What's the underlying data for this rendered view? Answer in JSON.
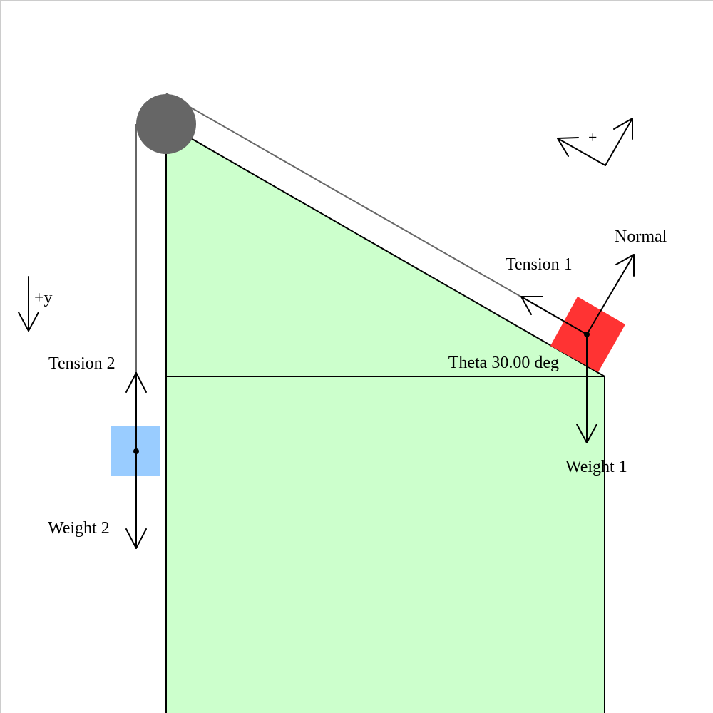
{
  "colors": {
    "ground": "#ccffcc",
    "pulley": "#666666",
    "rope": "#666666",
    "block1": "#ff3333",
    "block2": "#99ccff",
    "arrows": "#000000"
  },
  "icons": {
    "pulley": "pulley-icon",
    "incline_axes": "incline-axes-icon",
    "y_axis": "down-arrow-icon"
  },
  "incline": {
    "theta_label": "Theta 30.00 deg",
    "theta_deg": 30
  },
  "block1": {
    "forces": {
      "tension_label": "Tension 1",
      "normal_label": "Normal",
      "weight_label": "Weight 1"
    }
  },
  "block2": {
    "forces": {
      "tension_label": "Tension 2",
      "weight_label": "Weight 2"
    }
  },
  "axes": {
    "incline_positive_label": "+",
    "vertical_positive_label": "+y"
  }
}
